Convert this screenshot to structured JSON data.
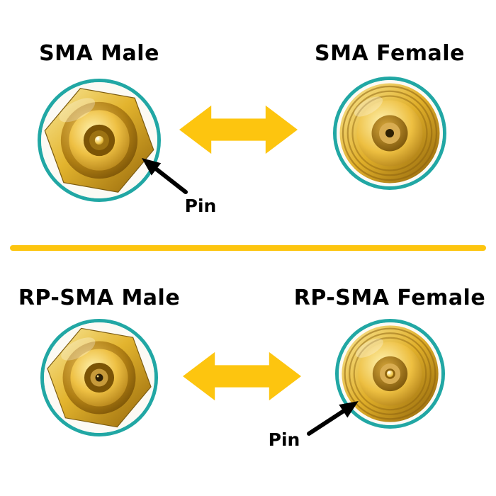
{
  "colors": {
    "teal_ring": "#21a7a4",
    "arrow_yellow": "#fdc50f",
    "divider_yellow": "#fdc50f",
    "text_black": "#000000",
    "background": "#ffffff",
    "connector_gold": "#d8a927"
  },
  "top_section": {
    "left_label": "SMA Male",
    "right_label": "SMA Female",
    "pin_annotation": "Pin",
    "arrow_icon": "left-right-double-arrow"
  },
  "bottom_section": {
    "left_label": "RP-SMA Male",
    "right_label": "RP-SMA Female",
    "pin_annotation": "Pin",
    "arrow_icon": "left-right-double-arrow"
  }
}
